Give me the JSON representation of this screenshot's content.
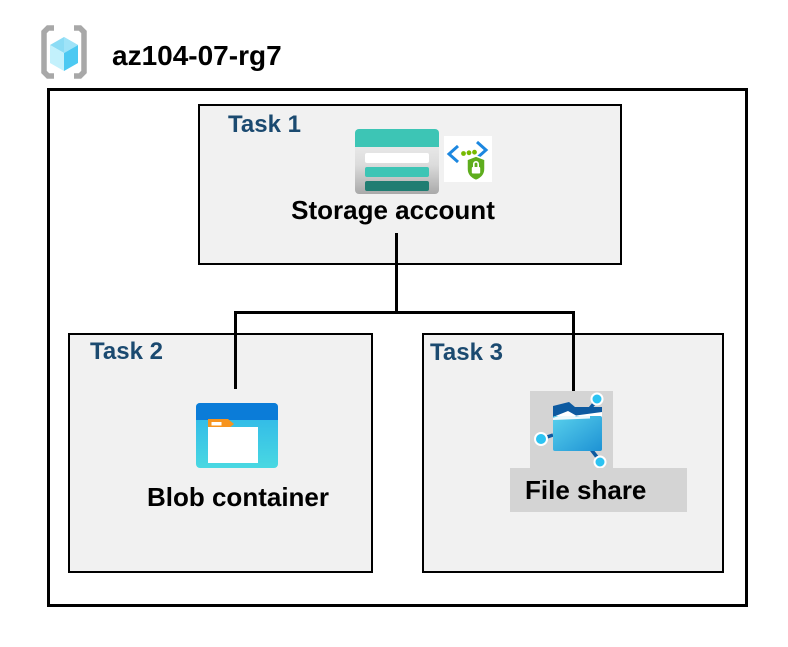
{
  "resource_group": {
    "name": "az104-07-rg7",
    "icon": "resource-group-icon"
  },
  "tasks": [
    {
      "label": "Task 1",
      "item_label": "Storage account",
      "icons": [
        "storage-account-icon",
        "shared-access-signature-icon"
      ]
    },
    {
      "label": "Task 2",
      "item_label": "Blob container",
      "icons": [
        "blob-container-icon"
      ]
    },
    {
      "label": "Task 3",
      "item_label": "File share",
      "icons": [
        "file-share-icon"
      ]
    }
  ],
  "connections": [
    {
      "from": "Storage account",
      "to": "Blob container"
    },
    {
      "from": "Storage account",
      "to": "File share"
    }
  ],
  "colors": {
    "task_label_navy": "#1b4a70",
    "box_background_gray": "#f1f1f1",
    "highlight_gray": "#d4d4d4",
    "border_black": "#000000",
    "storage_teal": "#3dc5b5",
    "storage_teal_dark": "#207d72",
    "blob_bar_blue": "#0b7cd8",
    "blob_body_cyan": "#35c3e8",
    "fileshare_folder_blue": "#1e92d4",
    "fileshare_node_cyan": "#2cc3f2",
    "fileshare_flap_navy": "#0d5aa0",
    "sas_bracket_blue": "#1c87e0",
    "sas_green": "#5ead1d",
    "rg_bracket_gray": "#a8a8a8",
    "rg_cube_cyan": "#4cc9f2",
    "orange_tab": "#f7941e"
  }
}
